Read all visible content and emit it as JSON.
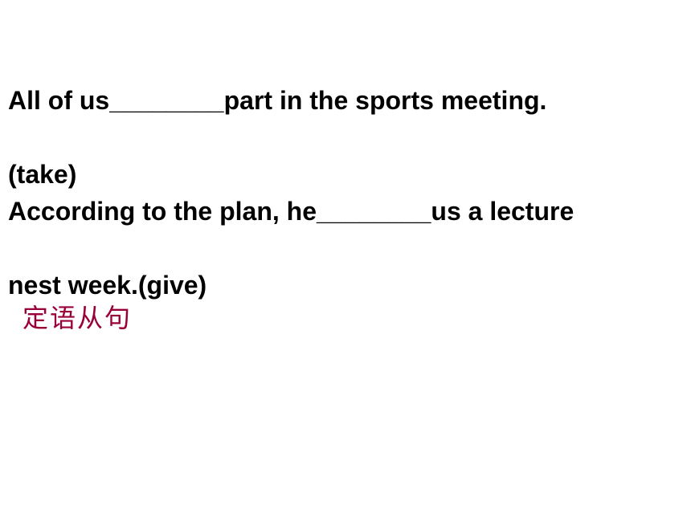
{
  "exercises": [
    {
      "line1": "All of us________part in the sports meeting.",
      "line2": "(take)"
    },
    {
      "line1": "According to the plan, he________us a lecture",
      "line2": "nest week.(give)"
    }
  ],
  "section_heading": "定语从句",
  "colors": {
    "background": "#ffffff",
    "text": "#000000",
    "heading_accent": "#99003a"
  }
}
